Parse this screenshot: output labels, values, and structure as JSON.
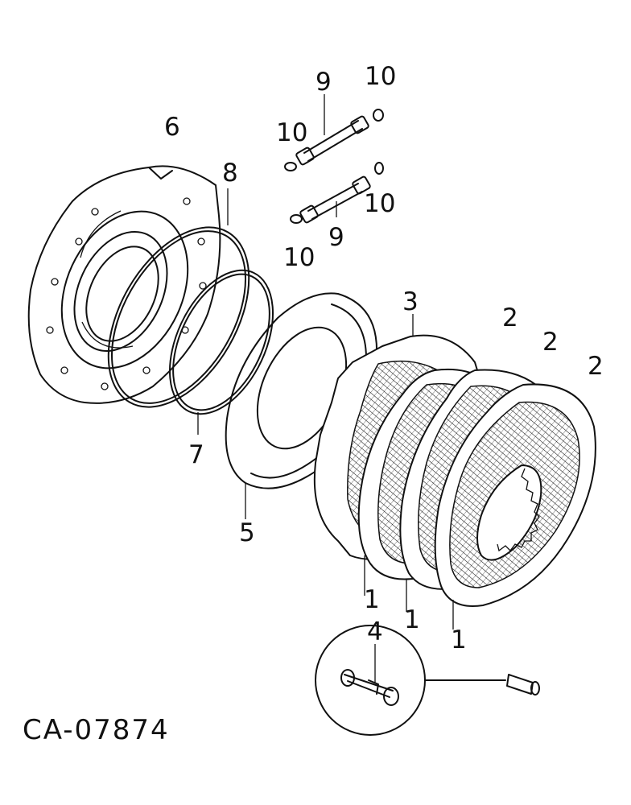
{
  "diagram": {
    "drawing_code": "CA-07874",
    "callouts": {
      "friction_disc_1": "1",
      "friction_disc_2": "1",
      "friction_disc_3": "1",
      "separator_plate_1": "2",
      "separator_plate_2": "2",
      "separator_plate_3": "2",
      "plate_3": "3",
      "pin_4": "4",
      "piston_5": "5",
      "housing_6": "6",
      "seal_ring_7": "7",
      "seal_ring_8": "8",
      "tube_upper_9": "9",
      "tube_lower_9": "9",
      "oring_upper_left_10": "10",
      "oring_upper_right_10": "10",
      "oring_lower_right_10": "10",
      "oring_lower_left_10": "10"
    }
  }
}
